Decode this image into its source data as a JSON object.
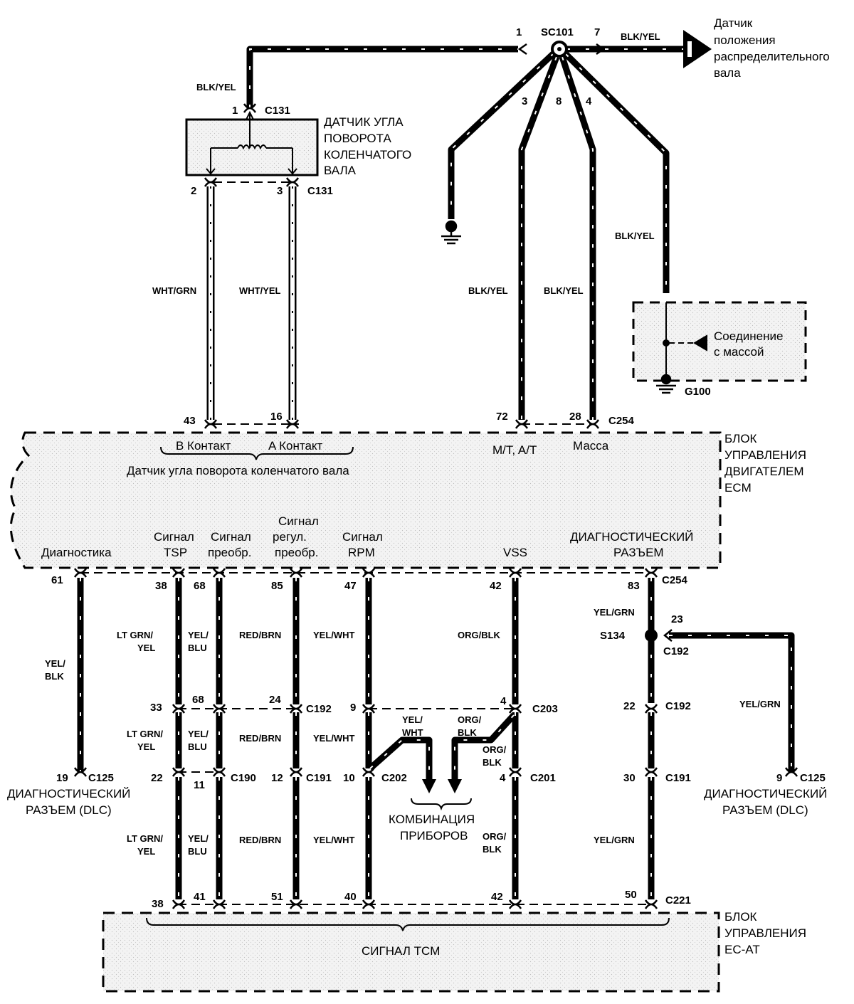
{
  "splice_top": {
    "name": "SC101",
    "pin_left": "1",
    "pin_right": "7",
    "pin_3": "3",
    "pin_8": "8",
    "pin_4": "4"
  },
  "camshaft_sensor": {
    "line1": "Датчик",
    "line2": "положения",
    "line3": "распределительного",
    "line4": "вала",
    "wire": "BLK/YEL"
  },
  "crank_sensor": {
    "line1": "ДАТЧИК УГЛА",
    "line2": "ПОВОРОТА",
    "line3": "КОЛЕНЧАТОГО",
    "line4": "ВАЛА",
    "connector": "C131",
    "pin1": "1",
    "pin2": "2",
    "pin3": "3",
    "wire_top": "BLK/YEL",
    "wire_left": "WHT/GRN",
    "wire_right": "WHT/YEL"
  },
  "ground_block": {
    "wire": "BLK/YEL",
    "label1": "Соединение",
    "label2": "с массой",
    "name": "G100"
  },
  "wires_mid": {
    "wire_72": "BLK/YEL",
    "wire_28": "BLK/YEL"
  },
  "ecm_top_pins": {
    "p43": "43",
    "p16": "16",
    "p72": "72",
    "p28": "28",
    "connector": "C254"
  },
  "ecm": {
    "title1": "БЛОК",
    "title2": "УПРАВЛЕНИЯ",
    "title3": "ДВИГАТЕЛЕМ",
    "title4": "ECM",
    "b_contact": "B Контакт",
    "a_contact": "A Контакт",
    "ckp_label": "Датчик угла поворота коленчатого вала",
    "mt_at": "M/T, A/T",
    "ground": "Масса",
    "diag": "Диагностика",
    "tsp1": "Сигнал",
    "tsp2": "TSP",
    "conv1": "Сигнал",
    "conv2": "преобр.",
    "reg1": "Сигнал",
    "reg2": "регул.",
    "reg3": "преобр.",
    "rpm1": "Сигнал",
    "rpm2": "RPM",
    "vss": "VSS",
    "dlc1": "ДИАГНОСТИЧЕСКИЙ",
    "dlc2": "РАЗЪЕМ"
  },
  "ecm_bottom_pins": {
    "p61": "61",
    "p38": "38",
    "p68": "68",
    "p85": "85",
    "p47": "47",
    "p42": "42",
    "p83": "83",
    "connector": "C254"
  },
  "wire_labels_upper": {
    "yel_blk": "YEL/BLK",
    "ltgrn_yel": "LT GRN/ YEL",
    "yel_blu": "YEL/ BLU",
    "red_brn": "RED/BRN",
    "yel_wht": "YEL/WHT",
    "org_blk": "ORG/BLK",
    "yel_grn": "YEL/GRN"
  },
  "s134": {
    "name": "S134",
    "pin": "23",
    "connector": "C192",
    "wire": "YEL/GRN"
  },
  "row_c192": {
    "p33": "33",
    "p68": "68",
    "p24": "24",
    "c192": "C192",
    "p9": "9",
    "p4": "4",
    "c203": "C203",
    "p22": "22",
    "c192b": "C192"
  },
  "wire_labels_middle": {
    "ltgrn_yel": "LT GRN/ YEL",
    "yel_blu": "YEL/ BLU",
    "red_brn": "RED/BRN",
    "yel_wht": "YEL/WHT",
    "yel_wht_branch": "YEL/ WHT",
    "org_blk_branch": "ORG/ BLK",
    "org_blk": "ORG/ BLK"
  },
  "row_c190": {
    "p19": "19",
    "c125": "C125",
    "p22": "22",
    "p11": "11",
    "c190": "C190",
    "p12": "12",
    "c191": "C191",
    "p10": "10",
    "c202": "C202",
    "p4": "4",
    "c201": "C201",
    "p30": "30",
    "c191b": "C191",
    "p9": "9",
    "c125b": "C125"
  },
  "dlc_left": {
    "line1": "ДИАГНОСТИЧЕСКИЙ",
    "line2": "РАЗЪЕМ (DLC)"
  },
  "dlc_right": {
    "line1": "ДИАГНОСТИЧЕСКИЙ",
    "line2": "РАЗЪЕМ (DLC)"
  },
  "cluster": {
    "line1": "КОМБИНАЦИЯ",
    "line2": "ПРИБОРОВ"
  },
  "wire_labels_lower": {
    "ltgrn_yel": "LT GRN/ YEL",
    "yel_blu": "YEL/ BLU",
    "red_brn": "RED/BRN",
    "yel_wht": "YEL/WHT",
    "org_blk": "ORG/ BLK",
    "yel_grn": "YEL/GRN"
  },
  "tcm_pins": {
    "p38": "38",
    "p41": "41",
    "p51": "51",
    "p40": "40",
    "p42": "42",
    "p50": "50",
    "connector": "C221"
  },
  "tcm": {
    "title1": "БЛОК",
    "title2": "УПРАВЛЕНИЯ",
    "title3": "EC-AT",
    "signal": "СИГНАЛ TCM"
  }
}
